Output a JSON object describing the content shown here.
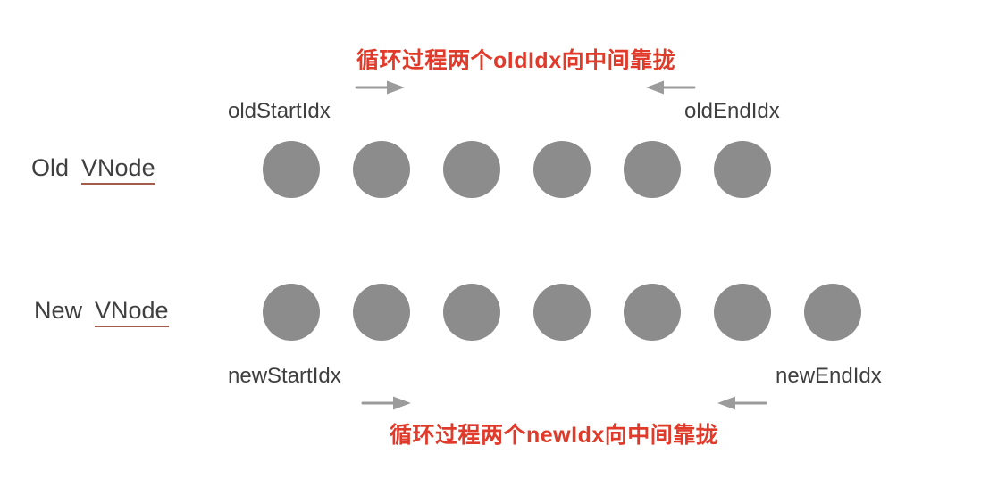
{
  "diagram": {
    "top_annotation": "循环过程两个oldIdx向中间靠拢",
    "bottom_annotation": "循环过程两个newIdx向中间靠拢",
    "old_row": {
      "label": "Old",
      "label_underlined": "VNode",
      "start_label": "oldStartIdx",
      "end_label": "oldEndIdx",
      "node_count": 6
    },
    "new_row": {
      "label": "New",
      "label_underlined": "VNode",
      "start_label": "newStartIdx",
      "end_label": "newEndIdx",
      "node_count": 7
    },
    "colors": {
      "node_fill": "#8c8c8c",
      "annotation": "#e03a2a",
      "label": "#3f3f3f",
      "arrow": "#9b9b9b",
      "underline": "#a35d4c"
    }
  }
}
